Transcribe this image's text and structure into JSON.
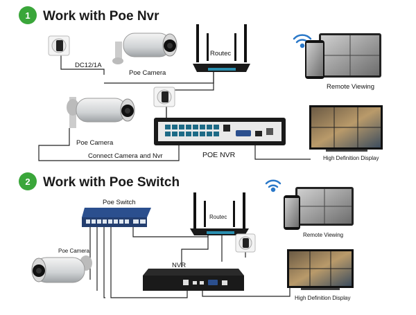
{
  "sections": [
    {
      "number": "1",
      "title": "Work with Poe Nvr"
    },
    {
      "number": "2",
      "title": "Work with Poe Switch"
    }
  ],
  "labels": {
    "dc_power": "DC12/1A",
    "poe_camera_1": "Poe Camera",
    "routec_1": "Routec",
    "remote_viewing_1": "Remote Viewing",
    "poe_camera_2": "Poe Camera",
    "connect": "Connect Camera and Nvr",
    "poe_nvr": "POE NVR",
    "hd_display_1": "High Definition Display",
    "poe_switch": "Poe Switch",
    "routec_2": "Routec",
    "remote_viewing_2": "Remote Viewing",
    "poe_camera_3": "Poe Camera",
    "nvr": "NVR",
    "hd_display_2": "High Definition Display"
  },
  "colors": {
    "badge_green": "#3aa63a",
    "device_black": "#1a1a1a",
    "switch_blue": "#2b4f8e",
    "port_cyan": "#2a8fb0",
    "wifi_blue": "#2a78c8"
  }
}
